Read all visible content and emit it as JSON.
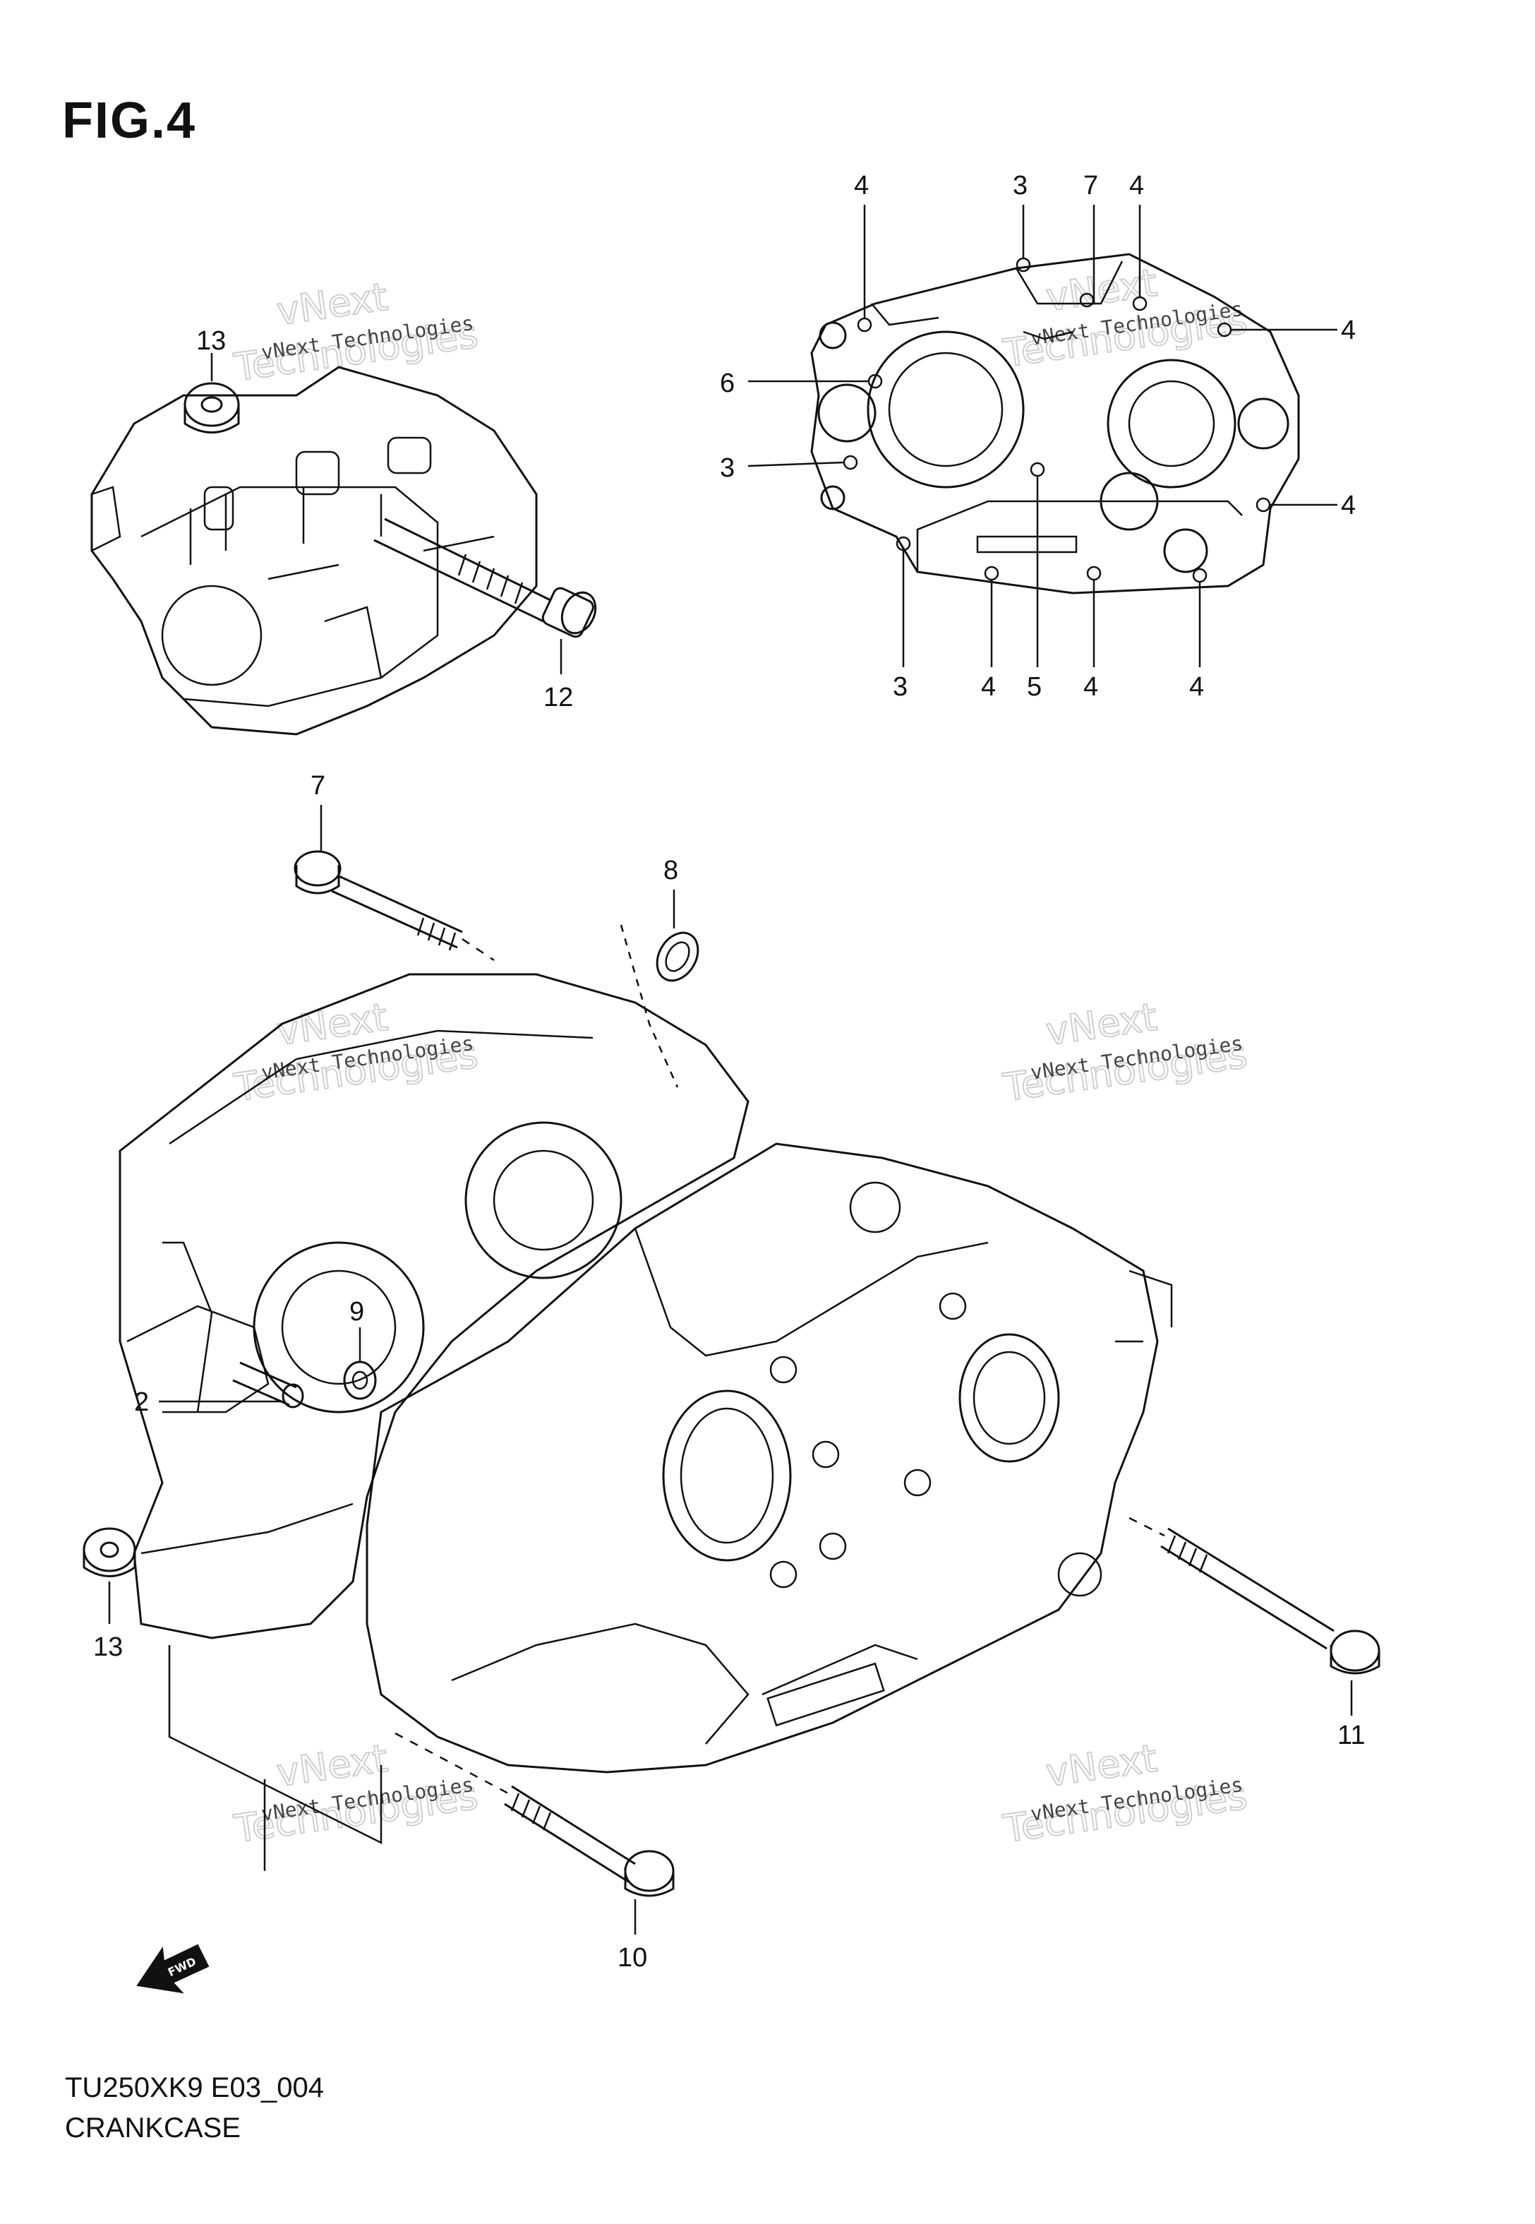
{
  "figure": {
    "title": "FIG.4",
    "model_code": "TU250XK9 E03_004",
    "section_name": "CRANKCASE"
  },
  "callouts": {
    "top_left": [
      "13",
      "12"
    ],
    "top_right": [
      "4",
      "3",
      "7",
      "4",
      "4",
      "6",
      "3",
      "4",
      "3",
      "4",
      "5",
      "4",
      "4"
    ],
    "main": [
      "7",
      "8",
      "9",
      "2",
      "13",
      "11",
      "10"
    ]
  },
  "fwd_label": "FWD",
  "watermark": {
    "line_small": "vNext Technologies",
    "line_big_1": "vNext",
    "line_big_2": "Technologies"
  }
}
